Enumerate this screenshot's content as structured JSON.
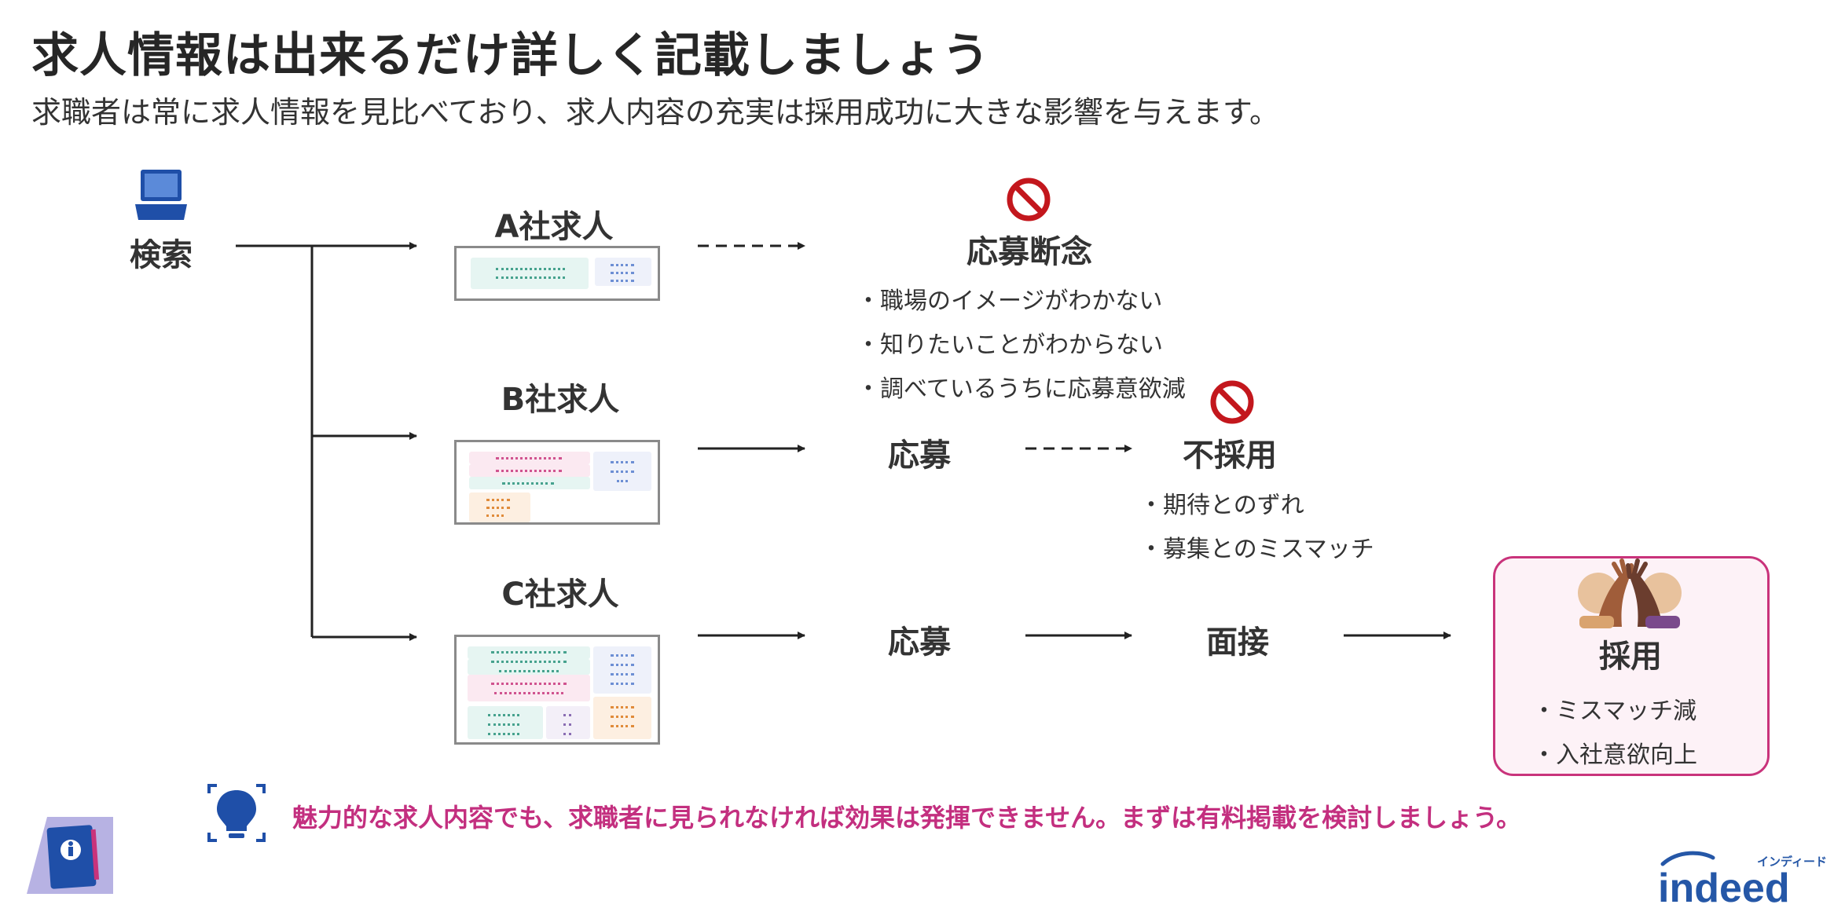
{
  "header": {
    "title": "求人情報は出来るだけ詳しく記載しましょう",
    "subtitle": "求職者は常に求人情報を見比べており、求人内容の充実は採用成功に大きな影響を与えます。"
  },
  "search": {
    "label": "検索",
    "icon": "laptop-icon"
  },
  "jobs": [
    {
      "label": "A社求人"
    },
    {
      "label": "B社求人"
    },
    {
      "label": "C社求人"
    }
  ],
  "outcomes": {
    "a_result": "応募断念",
    "a_reasons": [
      "・職場のイメージがわかない",
      "・知りたいことがわからない",
      "・調べているうちに応募意欲減"
    ],
    "b_apply": "応募",
    "b_result": "不採用",
    "b_reasons": [
      "・期待とのずれ",
      "・募集とのミスマッチ"
    ],
    "c_apply": "応募",
    "c_interview": "面接",
    "c_result": "採用",
    "c_reasons": [
      "・ミスマッチ減",
      "・入社意欲向上"
    ]
  },
  "tip": {
    "text": "魅力的な求人内容でも、求職者に見られなければ効果は発揮できません。まずは有料掲載を検討しましょう。",
    "icon": "lightbulb-icon"
  },
  "brand": {
    "logo_text": "indeed",
    "logo_kana": "インディード",
    "color": "#2557a7"
  },
  "colors": {
    "accent_pink": "#c9337b",
    "prohibit_red": "#c3171d",
    "laptop_blue": "#1f4fa8"
  }
}
